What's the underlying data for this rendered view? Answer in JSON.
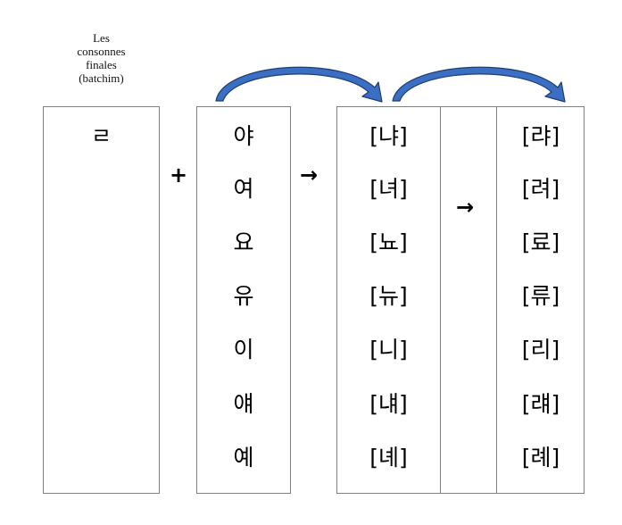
{
  "caption": {
    "lines": [
      "Les",
      "consonnes",
      "finales",
      "(batchim)"
    ]
  },
  "batchim": {
    "consonant": "ㄹ"
  },
  "operators": {
    "plus": "+",
    "arrow_1": "→",
    "arrow_2": "→"
  },
  "vowels": [
    "야",
    "여",
    "요",
    "유",
    "이",
    "얘",
    "예"
  ],
  "intermediate": [
    "[냐]",
    "[녀]",
    "[뇨]",
    "[뉴]",
    "[니]",
    "[냬]",
    "[녜]"
  ],
  "result": [
    "[랴]",
    "[려]",
    "[료]",
    "[류]",
    "[리]",
    "[럐]",
    "[례]"
  ],
  "colors": {
    "arrow_fill": "#3a6fc4",
    "arrow_stroke": "#1f3d73",
    "border": "#808080"
  }
}
